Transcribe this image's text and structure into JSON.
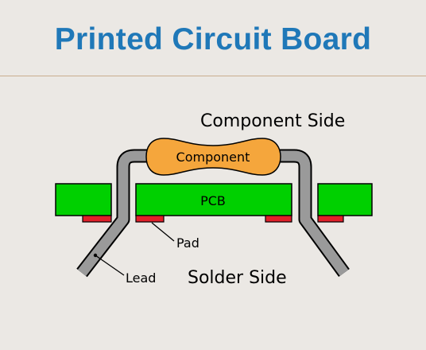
{
  "title": "Printed Circuit Board",
  "diagram": {
    "component_side_label": "Component Side",
    "solder_side_label": "Solder Side",
    "component_label": "Component",
    "pcb_label": "PCB",
    "pad_label": "Pad",
    "lead_label": "Lead"
  },
  "colors": {
    "title": "#1f78b8",
    "pcb": "#00d000",
    "component": "#f5a63c",
    "pad": "#e0202a",
    "lead": "#9a9a9a"
  }
}
